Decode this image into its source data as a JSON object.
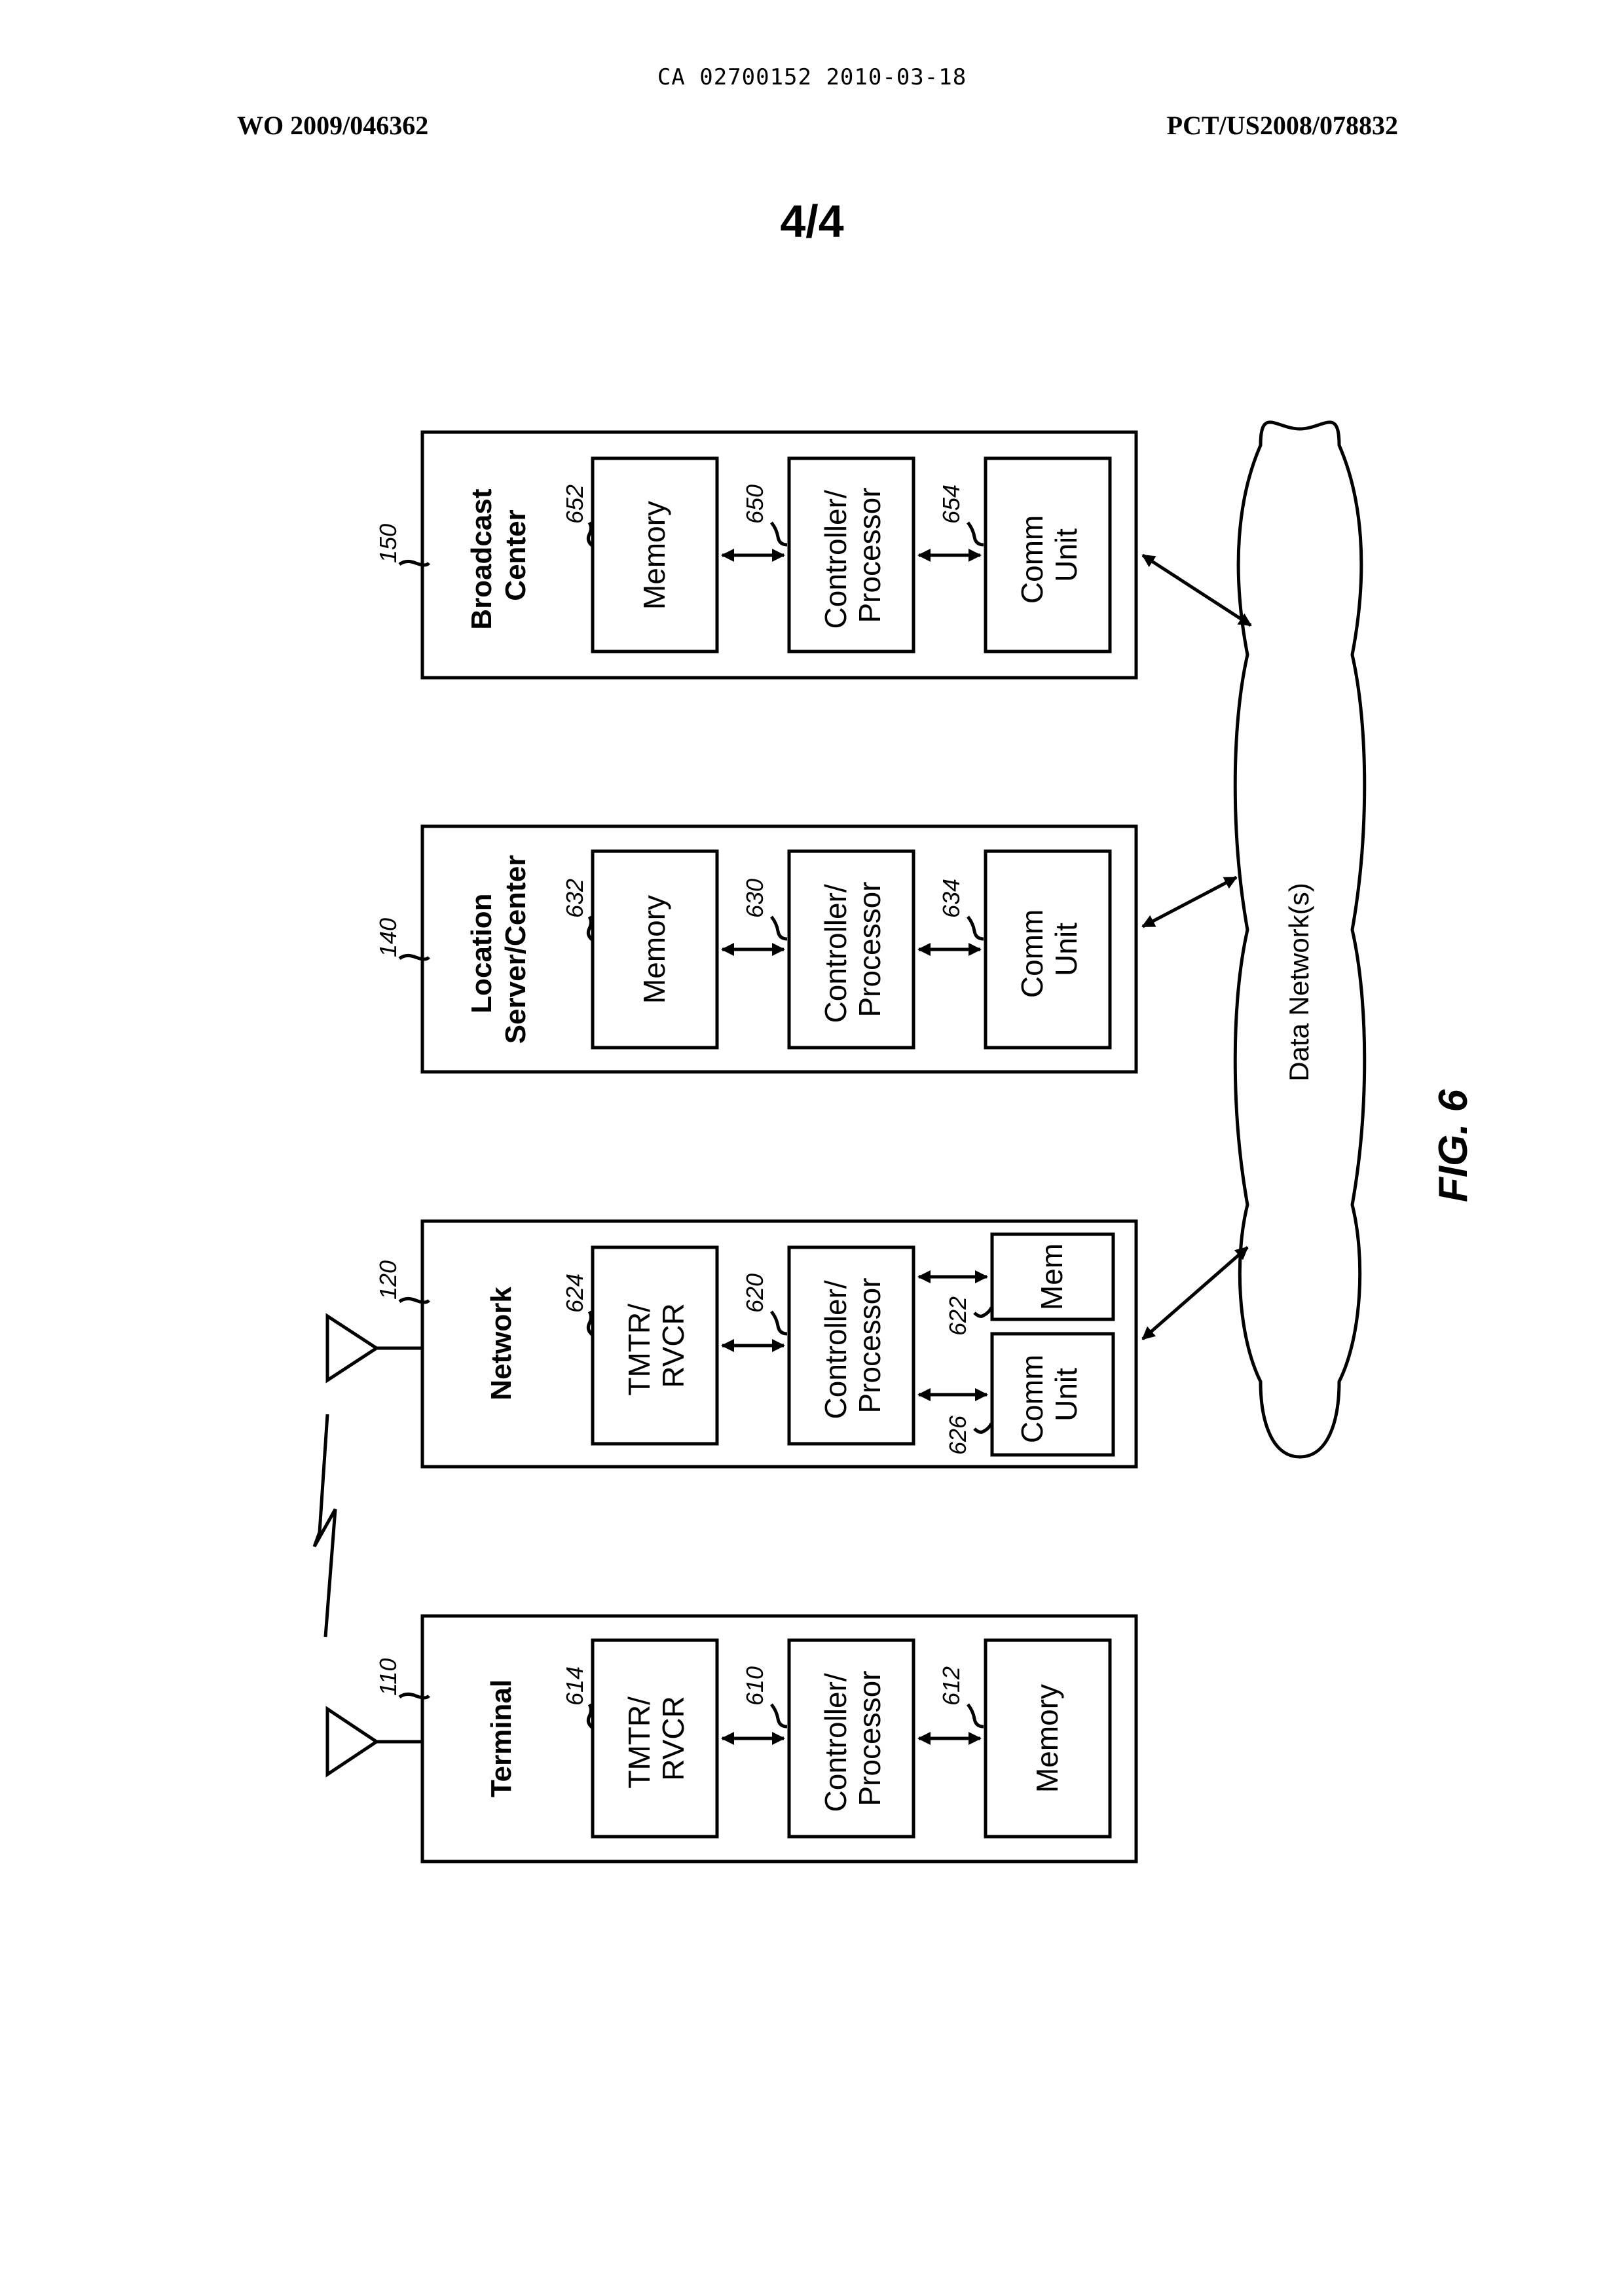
{
  "header": {
    "ca_number": "CA 02700152 2010-03-18",
    "wo_number": "WO 2009/046362",
    "pct_number": "PCT/US2008/078832",
    "page_number": "4/4"
  },
  "figure": {
    "label": "FIG. 6",
    "cloud_label": "Data Network(s)",
    "entities": [
      {
        "ref": "150",
        "title_lines": [
          "Broadcast",
          "Center"
        ],
        "modules": [
          {
            "ref": "652",
            "lines": [
              "Memory"
            ]
          },
          {
            "ref": "650",
            "lines": [
              "Controller/",
              "Processor"
            ]
          },
          {
            "ref": "654",
            "lines": [
              "Comm",
              "Unit"
            ]
          }
        ]
      },
      {
        "ref": "140",
        "title_lines": [
          "Location",
          "Server/Center"
        ],
        "modules": [
          {
            "ref": "632",
            "lines": [
              "Memory"
            ]
          },
          {
            "ref": "630",
            "lines": [
              "Controller/",
              "Processor"
            ]
          },
          {
            "ref": "634",
            "lines": [
              "Comm",
              "Unit"
            ]
          }
        ]
      },
      {
        "ref": "120",
        "title_lines": [
          "Network"
        ],
        "modules": [
          {
            "ref": "624",
            "lines": [
              "TMTR/",
              "RVCR"
            ]
          },
          {
            "ref": "620",
            "lines": [
              "Controller/",
              "Processor"
            ]
          },
          {
            "ref": "622",
            "lines": [
              "Mem"
            ]
          },
          {
            "ref": "626",
            "lines": [
              "Comm",
              "Unit"
            ]
          }
        ]
      },
      {
        "ref": "110",
        "title_lines": [
          "Terminal"
        ],
        "modules": [
          {
            "ref": "614",
            "lines": [
              "TMTR/",
              "RVCR"
            ]
          },
          {
            "ref": "610",
            "lines": [
              "Controller/",
              "Processor"
            ]
          },
          {
            "ref": "612",
            "lines": [
              "Memory"
            ]
          }
        ]
      }
    ]
  }
}
